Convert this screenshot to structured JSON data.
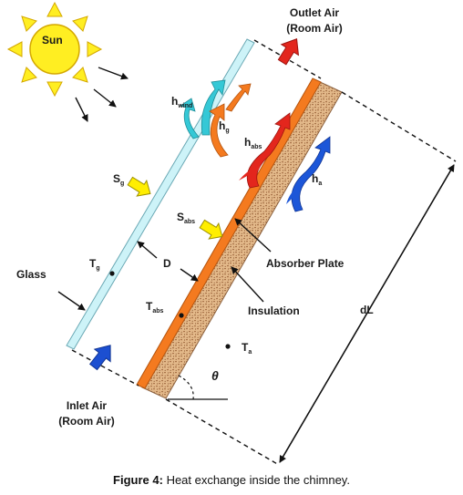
{
  "labels": {
    "sun": "Sun",
    "outlet_line1": "Outlet Air",
    "outlet_line2": "(Room Air)",
    "h_wind": "h",
    "h_wind_sub": "wind",
    "h_g": "h",
    "h_g_sub": "g",
    "h_abs": "h",
    "h_abs_sub": "abs",
    "h_a": "h",
    "h_a_sub": "a",
    "s_g": "S",
    "s_g_sub": "g",
    "s_abs": "S",
    "s_abs_sub": "abs",
    "t_g": "T",
    "t_g_sub": "g",
    "d": "D",
    "glass": "Glass",
    "absorber_plate": "Absorber Plate",
    "insulation": "Insulation",
    "t_abs": "T",
    "t_abs_sub": "abs",
    "t_a": "T",
    "t_a_sub": "a",
    "theta": "θ",
    "dl": "dL",
    "inlet_line1": "Inlet Air",
    "inlet_line2": "(Room Air)"
  },
  "caption": {
    "label": "Figure 4:",
    "text": " Heat exchange inside the chimney."
  },
  "colors": {
    "sun": "#ffee22",
    "sun_outline": "#d4a800",
    "glass": "#cdf3f8",
    "absorber": "#f47a1f",
    "insulation": "#e3b98a",
    "wind_arrow": "#35c8d6",
    "glass_conv_arrow": "#f47a1f",
    "abs_conv_arrow": "#e3261d",
    "amb_arrow": "#1c56d8",
    "inlet_arrow": "#1c4fd1",
    "outlet_arrow": "#e3261d",
    "solar_arrow": "#ffee00"
  }
}
